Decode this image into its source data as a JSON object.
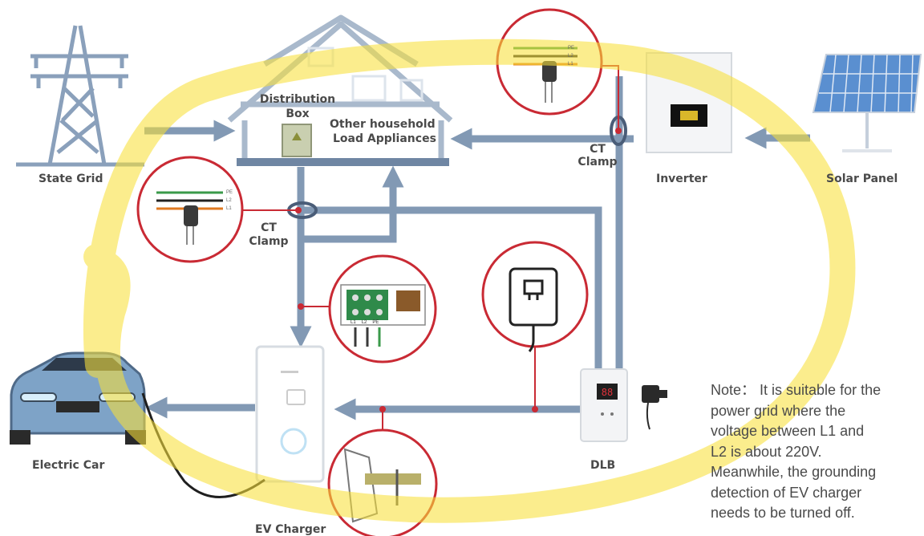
{
  "labels": {
    "state_grid": "State Grid",
    "distribution_box": "Distribution Box",
    "other_household": "Other household",
    "load_appliances": "Load Appliances",
    "ct_clamp_top_1": "CT",
    "ct_clamp_top_2": "Clamp",
    "ct_clamp_left_1": "CT",
    "ct_clamp_left_2": "Clamp",
    "inverter": "Inverter",
    "solar_panel": "Solar Panel",
    "dlb": "DLB",
    "electric_car": "Electric Car",
    "ev_charger": "EV Charger",
    "dlb_display": "88",
    "wire_labels": [
      "L1",
      "L2",
      "PE"
    ],
    "terminal_labels": [
      "L1",
      "L2",
      "PE"
    ]
  },
  "note": {
    "lines": [
      "Note： It is suitable for the",
      "power grid where the",
      "voltage between L1 and",
      "L2 is about 220V.",
      "Meanwhile, the grounding",
      "detection of EV charger",
      "needs to be turned off."
    ]
  },
  "colors": {
    "line": "#8299b4",
    "structure": "#a9b9cc",
    "accent_red": "#c92a34",
    "highlight": "#f8e03a",
    "text": "#4a4a4a"
  }
}
